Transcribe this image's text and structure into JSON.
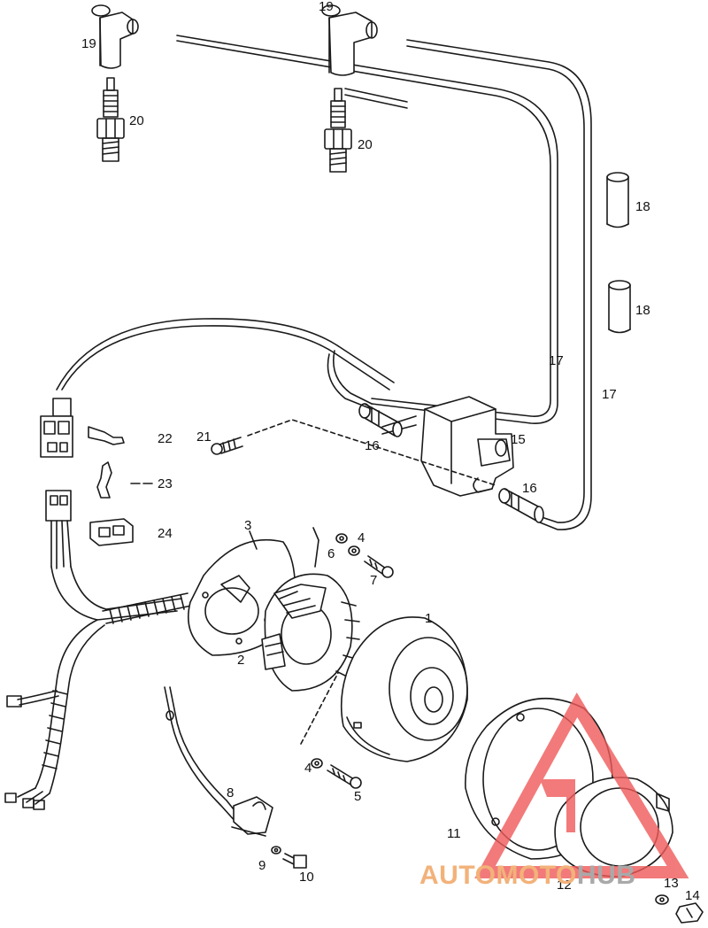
{
  "diagram": {
    "callouts": {
      "c1": "1",
      "c2": "2",
      "c3": "3",
      "c4a": "4",
      "c4b": "4",
      "c5": "5",
      "c6": "6",
      "c7": "7",
      "c8": "8",
      "c9": "9",
      "c10": "10",
      "c11": "11",
      "c12": "12",
      "c13": "13",
      "c14": "14",
      "c15": "15",
      "c16a": "16",
      "c16b": "16",
      "c17a": "17",
      "c17b": "17",
      "c18a": "18",
      "c18b": "18",
      "c19a": "19",
      "c19b": "19",
      "c20a": "20",
      "c20b": "20",
      "c21": "21",
      "c22": "22",
      "c23": "23",
      "c24": "24"
    }
  },
  "watermark": {
    "brand_prefix": "AUTOMOTO",
    "brand_suffix": "HUB",
    "prefix_color": "#f2b27a",
    "suffix_color": "#a9a9a9",
    "logo_color": "#ef5a5a"
  }
}
